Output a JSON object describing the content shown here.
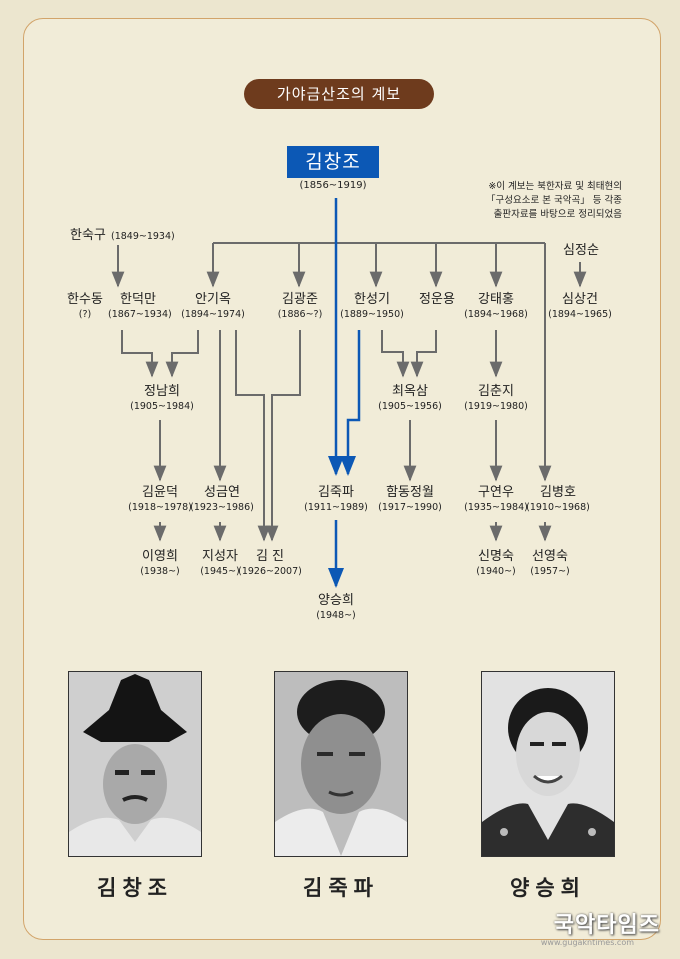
{
  "title": "가야금산조의 계보",
  "root": {
    "name": "김창조",
    "years": "(1856~1919)"
  },
  "note": [
    "※이 계보는 북한자료 및 최태현의",
    "「구성요소로 본 국악곡」 등 각종",
    "출판자료를 바탕으로 정리되었음"
  ],
  "nodes": {
    "han_sukgu": {
      "name": "한숙구",
      "years": "(1849~1934)"
    },
    "han_sudong": {
      "name": "한수동",
      "years": "(?)"
    },
    "han_deokman": {
      "name": "한덕만",
      "years": "(1867~1934)"
    },
    "an_giok": {
      "name": "안기옥",
      "years": "(1894~1974)"
    },
    "kim_gwangjun": {
      "name": "김광준",
      "years": "(1886~?)"
    },
    "han_seonggi": {
      "name": "한성기",
      "years": "(1889~1950)"
    },
    "jeong_unyong": {
      "name": "정운용",
      "years": ""
    },
    "kang_taehong": {
      "name": "강태홍",
      "years": "(1894~1968)"
    },
    "sim_jeongsun": {
      "name": "심정순",
      "years": ""
    },
    "sim_sanggeon": {
      "name": "심상건",
      "years": "(1894~1965)"
    },
    "jeong_namhui": {
      "name": "정남희",
      "years": "(1905~1984)"
    },
    "choi_oksam": {
      "name": "최옥삼",
      "years": "(1905~1956)"
    },
    "kim_chunji": {
      "name": "김춘지",
      "years": "(1919~1980)"
    },
    "kim_yundeok": {
      "name": "김윤덕",
      "years": "(1918~1978)"
    },
    "seong_geumyeon": {
      "name": "성금연",
      "years": "(1923~1986)"
    },
    "kim_jukpa": {
      "name": "김죽파",
      "years": "(1911~1989)"
    },
    "hamdong_jeongwol": {
      "name": "함동정월",
      "years": "(1917~1990)"
    },
    "gu_yeonu": {
      "name": "구연우",
      "years": "(1935~1984)"
    },
    "kim_byeongho": {
      "name": "김병호",
      "years": "(1910~1968)"
    },
    "lee_yeonghui": {
      "name": "이영희",
      "years": "(1938~)"
    },
    "ji_seongja": {
      "name": "지성자",
      "years": "(1945~)"
    },
    "kim_jin": {
      "name": "김 진",
      "years": "(1926~2007)"
    },
    "sin_myeongsuk": {
      "name": "신명숙",
      "years": "(1940~)"
    },
    "seon_yeongsuk": {
      "name": "선영숙",
      "years": "(1957~)"
    },
    "yang_seunghui": {
      "name": "양승희",
      "years": "(1948~)"
    }
  },
  "photos": [
    {
      "caption": "김창조"
    },
    {
      "caption": "김죽파"
    },
    {
      "caption": "양승희"
    }
  ],
  "watermark": {
    "text": "국악타임즈",
    "url": "www.gugakntimes.com"
  },
  "colors": {
    "lineage_highlight": "#0c58b5",
    "line": "#6b6b6b",
    "title_bg": "#6e3b1d"
  }
}
